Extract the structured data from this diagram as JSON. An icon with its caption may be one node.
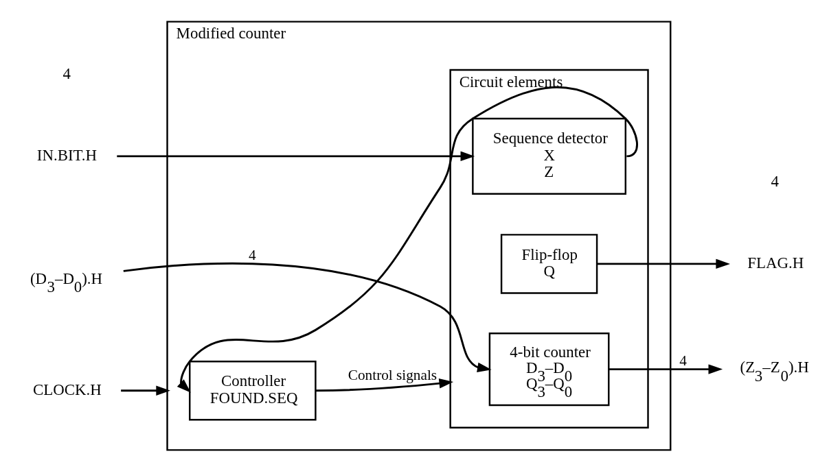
{
  "diagram": {
    "nodes": [
      {
        "text": [
          "Modified counter"
        ]
      },
      {
        "text": [
          "Controller",
          "FOUND.SEQ"
        ],
        "in": 0
      },
      {
        "text": [
          "Circuit elements"
        ],
        "in": 0
      },
      {
        "text": [
          "Sequence detector",
          "X",
          "Z"
        ],
        "in": 2
      },
      {
        "text": [
          "Flip-flop",
          "Q"
        ],
        "in": 2
      },
      {
        "text": [
          "4-bit counter",
          "D$_{3}$–D$_{0}$",
          "Q$_{3}$–Q$_{0}$"
        ],
        "in": 2
      },
      {
        "text": [
          "IN.BIT.H"
        ]
      },
      {
        "text": [
          "(D$_{3}$–D$_{0}$).H"
        ]
      },
      {
        "text": [
          "CLOCK.H"
        ]
      },
      {
        "text": [
          "FLAG.H"
        ]
      },
      {
        "text": [
          "(Z$_{3}$–Z$_{0}$).H"
        ]
      }
    ],
    "edges": [
      {
        "from": 6,
        "to": 3,
        "arrow": "to"
      },
      {
        "from": 3,
        "to": 1,
        "arrow": "to"
      },
      {
        "from": 1,
        "to": 2,
        "arrow": "to",
        "label": "Control signals"
      },
      {
        "from": 7,
        "to": 5,
        "arrow": "to",
        "label": "4"
      },
      {
        "from": 8,
        "to": 0,
        "arrow": "to"
      },
      {
        "from": 4,
        "to": 9,
        "arrow": "to"
      },
      {
        "from": 5,
        "to": 10,
        "arrow": "to",
        "label": "4"
      }
    ],
    "labels": [
      "4",
      "4"
    ]
  }
}
